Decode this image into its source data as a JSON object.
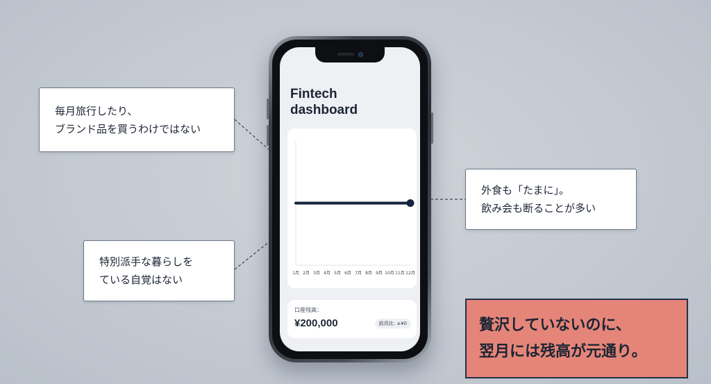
{
  "app": {
    "title_line1": "Fintech",
    "title_line2": "dashboard"
  },
  "chart_data": {
    "type": "line",
    "categories": [
      "1月",
      "2月",
      "3月",
      "4月",
      "5月",
      "6月",
      "7月",
      "8月",
      "9月",
      "10月",
      "11月",
      "12月"
    ],
    "series": [
      {
        "values": [
          200000,
          200000,
          200000,
          200000,
          200000,
          200000,
          200000,
          200000,
          200000,
          200000,
          200000,
          200000
        ]
      }
    ],
    "ylim": [
      0,
      400000
    ],
    "grid": false,
    "title": "",
    "xlabel": "",
    "ylabel": "",
    "line_color": "#14233d"
  },
  "balance": {
    "label": "口座残高：",
    "value": "¥200,000",
    "badge": "前月比: ±¥0"
  },
  "callouts": {
    "top_left": {
      "line1": "毎月旅行したり、",
      "line2": "ブランド品を買うわけではない"
    },
    "bottom_left": {
      "line1": "特別派手な暮らしを",
      "line2": "ている自覚はない"
    },
    "right": {
      "line1": "外食も「たまに」。",
      "line2": "飲み会も断ることが多い"
    }
  },
  "conclusion": {
    "line1": "贅沢していないのに、",
    "line2": "翌月には残高が元通り。"
  },
  "colors": {
    "background": "#c3c9d1",
    "accent": "#e5857a",
    "navy": "#14233d"
  }
}
